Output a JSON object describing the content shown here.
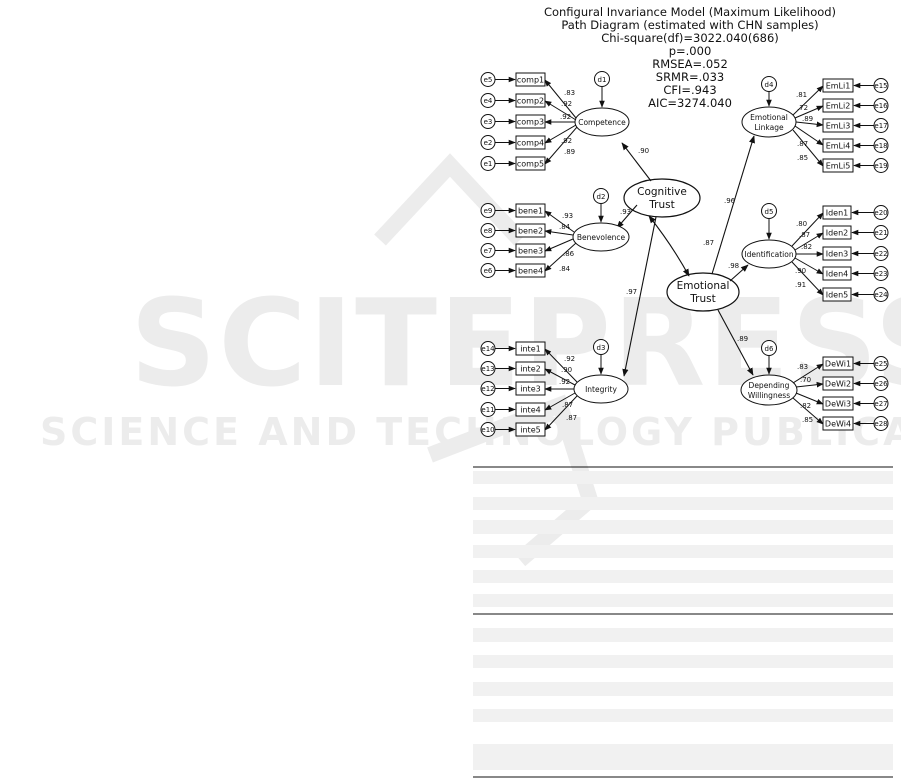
{
  "figure": {
    "title_lines": [
      "Configural Invariance Model (Maximum Likelihood)",
      "Path Diagram (estimated with CHN samples)",
      "Chi-square(df)=3022.040(686)",
      "p=.000",
      "RMSEA=.052",
      "SRMR=.033",
      "CFI=.943",
      "AIC=3274.040"
    ],
    "latent_factors": {
      "comp": {
        "label": "Competence",
        "disturbance": "d1",
        "to_higher": ".90"
      },
      "bene": {
        "label": "Benevolence",
        "disturbance": "d2",
        "to_higher": ".93"
      },
      "inte": {
        "label": "Integrity",
        "disturbance": "d3",
        "to_higher": ".97"
      },
      "emli": {
        "label_lines": [
          "Emotional",
          "Linkage"
        ],
        "disturbance": "d4",
        "to_higher": ".96"
      },
      "iden": {
        "label": "Identification",
        "disturbance": "d5",
        "to_higher": ".98"
      },
      "dewi": {
        "label_lines": [
          "Depending",
          "Willingness"
        ],
        "disturbance": "d6",
        "to_higher": ".89"
      }
    },
    "higher_factors": {
      "cognitive_trust": {
        "label_lines": [
          "Cognitive",
          "Trust"
        ]
      },
      "emotional_trust": {
        "label_lines": [
          "Emotional",
          "Trust"
        ]
      },
      "correlation": ".87"
    },
    "indicators": {
      "comp": [
        {
          "name": "comp1",
          "error": "e5",
          "loading": ".83"
        },
        {
          "name": "comp2",
          "error": "e4",
          "loading": ".92"
        },
        {
          "name": "comp3",
          "error": "e3",
          "loading": ".92"
        },
        {
          "name": "comp4",
          "error": "e2",
          "loading": ".92"
        },
        {
          "name": "comp5",
          "error": "e1",
          "loading": ".89"
        }
      ],
      "bene": [
        {
          "name": "bene1",
          "error": "e9",
          "loading": ".93"
        },
        {
          "name": "bene2",
          "error": "e8",
          "loading": ".84"
        },
        {
          "name": "bene3",
          "error": "e7",
          "loading": ".86"
        },
        {
          "name": "bene4",
          "error": "e6",
          "loading": ".84"
        }
      ],
      "inte": [
        {
          "name": "inte1",
          "error": "e14",
          "loading": ".92"
        },
        {
          "name": "inte2",
          "error": "e13",
          "loading": ".90"
        },
        {
          "name": "inte3",
          "error": "e12",
          "loading": ".92"
        },
        {
          "name": "inte4",
          "error": "e11",
          "loading": ".87"
        },
        {
          "name": "inte5",
          "error": "e10",
          "loading": ".87"
        }
      ],
      "emli": [
        {
          "name": "EmLi1",
          "error": "e15",
          "loading": ".81"
        },
        {
          "name": "EmLi2",
          "error": "e16",
          "loading": ".72"
        },
        {
          "name": "EmLi3",
          "error": "e17",
          "loading": ".89"
        },
        {
          "name": "EmLi4",
          "error": "e18",
          "loading": ".87"
        },
        {
          "name": "EmLi5",
          "error": "e19",
          "loading": ".85"
        }
      ],
      "iden": [
        {
          "name": "Iden1",
          "error": "e20",
          "loading": ".80"
        },
        {
          "name": "Iden2",
          "error": "e21",
          "loading": ".87"
        },
        {
          "name": "Iden3",
          "error": "e22",
          "loading": ".82"
        },
        {
          "name": "Iden4",
          "error": "e23",
          "loading": ".90"
        },
        {
          "name": "Iden5",
          "error": "e24",
          "loading": ".91"
        }
      ],
      "dewi": [
        {
          "name": "DeWi1",
          "error": "e25",
          "loading": ".83"
        },
        {
          "name": "DeWi2",
          "error": "e26",
          "loading": ".70"
        },
        {
          "name": "DeWi3",
          "error": "e27",
          "loading": ".82"
        },
        {
          "name": "DeWi4",
          "error": "e28",
          "loading": ".85"
        }
      ]
    }
  },
  "watermark": {
    "line1": "SCITEPRESS",
    "line2": "SCIENCE AND TECHNOLOGY PUBLICATIONS"
  }
}
